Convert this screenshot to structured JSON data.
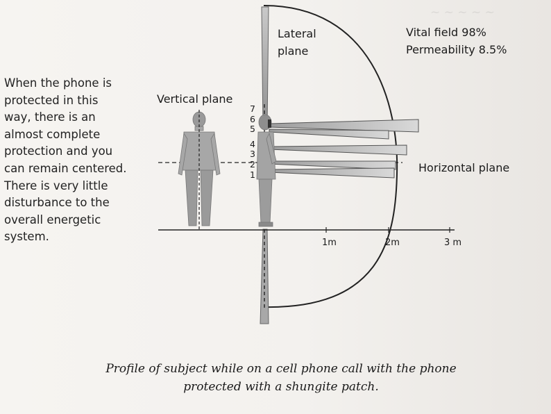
{
  "sidebar_text": "When the phone is protected in this way, there is an almost complete protection and you can remain centered. There is very little disturbance to the overall energetic system.",
  "labels": {
    "lateral_plane": "Lateral plane",
    "vertical_plane": "Vertical plane",
    "horizontal_plane": "Horizontal plane"
  },
  "stats": {
    "vital_field": "Vital field 98%",
    "permeability": "Permeability 8.5%"
  },
  "level_numbers": [
    "7",
    "6",
    "5",
    "4",
    "3",
    "2",
    "1"
  ],
  "distance_ticks": [
    "1m",
    "2m",
    "3 m"
  ],
  "caption": {
    "line1": "Profile of subject while on a cell phone call with the phone",
    "line2": "protected with a shungite patch."
  }
}
